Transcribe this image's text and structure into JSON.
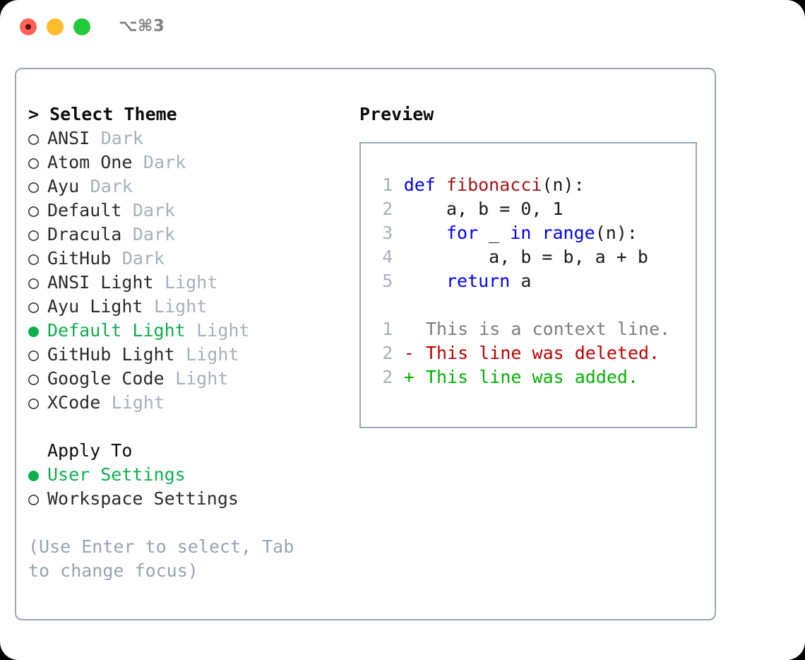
{
  "titlebar": {
    "shortcut": "⌥⌘3",
    "buttons": [
      "close",
      "minimize",
      "maximize"
    ]
  },
  "theme_list": {
    "header": "> Select Theme",
    "bullet_selected": "●",
    "bullet_unselected": "○",
    "items": [
      {
        "name": "ANSI",
        "variant": "Dark",
        "selected": false
      },
      {
        "name": "Atom One",
        "variant": "Dark",
        "selected": false
      },
      {
        "name": "Ayu",
        "variant": "Dark",
        "selected": false
      },
      {
        "name": "Default",
        "variant": "Dark",
        "selected": false
      },
      {
        "name": "Dracula",
        "variant": "Dark",
        "selected": false
      },
      {
        "name": "GitHub",
        "variant": "Dark",
        "selected": false
      },
      {
        "name": "ANSI Light",
        "variant": "Light",
        "selected": false
      },
      {
        "name": "Ayu Light",
        "variant": "Light",
        "selected": false
      },
      {
        "name": "Default Light",
        "variant": "Light",
        "selected": true
      },
      {
        "name": "GitHub Light",
        "variant": "Light",
        "selected": false
      },
      {
        "name": "Google Code",
        "variant": "Light",
        "selected": false
      },
      {
        "name": "XCode",
        "variant": "Light",
        "selected": false
      }
    ]
  },
  "apply_to": {
    "label": "Apply To",
    "items": [
      {
        "name": "User Settings",
        "selected": true
      },
      {
        "name": "Workspace Settings",
        "selected": false
      }
    ]
  },
  "hint": "(Use Enter to select, Tab to change focus)",
  "preview": {
    "title": "Preview",
    "code_lines": [
      {
        "no": "1",
        "tokens": [
          {
            "t": "def ",
            "c": "kw"
          },
          {
            "t": "fibonacci",
            "c": "fn"
          },
          {
            "t": "(n):",
            "c": "plain"
          }
        ]
      },
      {
        "no": "2",
        "tokens": [
          {
            "t": "    a, b = 0, 1",
            "c": "plain"
          }
        ]
      },
      {
        "no": "3",
        "tokens": [
          {
            "t": "    ",
            "c": "plain"
          },
          {
            "t": "for",
            "c": "kw"
          },
          {
            "t": " _ ",
            "c": "plain"
          },
          {
            "t": "in",
            "c": "kw"
          },
          {
            "t": " ",
            "c": "plain"
          },
          {
            "t": "range",
            "c": "kw"
          },
          {
            "t": "(n):",
            "c": "plain"
          }
        ]
      },
      {
        "no": "4",
        "tokens": [
          {
            "t": "        a, b = b, a + b",
            "c": "plain"
          }
        ]
      },
      {
        "no": "5",
        "tokens": [
          {
            "t": "    ",
            "c": "plain"
          },
          {
            "t": "return",
            "c": "kw"
          },
          {
            "t": " a",
            "c": "plain"
          }
        ]
      }
    ],
    "diff_lines": [
      {
        "no": "1",
        "marker": " ",
        "text": "This is a context line.",
        "kind": "context"
      },
      {
        "no": "2",
        "marker": "-",
        "text": "This line was deleted.",
        "kind": "deleted"
      },
      {
        "no": "2",
        "marker": "+",
        "text": "This line was added.",
        "kind": "added"
      }
    ]
  },
  "colors": {
    "accent_green": "#0daf4d",
    "border": "#9aa5b5",
    "muted": "#a8b0bd",
    "hint": "#9aa3b0",
    "keyword": "#0000ff",
    "function": "#a31515",
    "diff_deleted": "#c00000",
    "diff_added": "#00b400",
    "diff_context": "#7d7d7d",
    "light_red": "#ff6159",
    "light_yellow": "#ffbd2e",
    "light_green": "#22c93a"
  }
}
